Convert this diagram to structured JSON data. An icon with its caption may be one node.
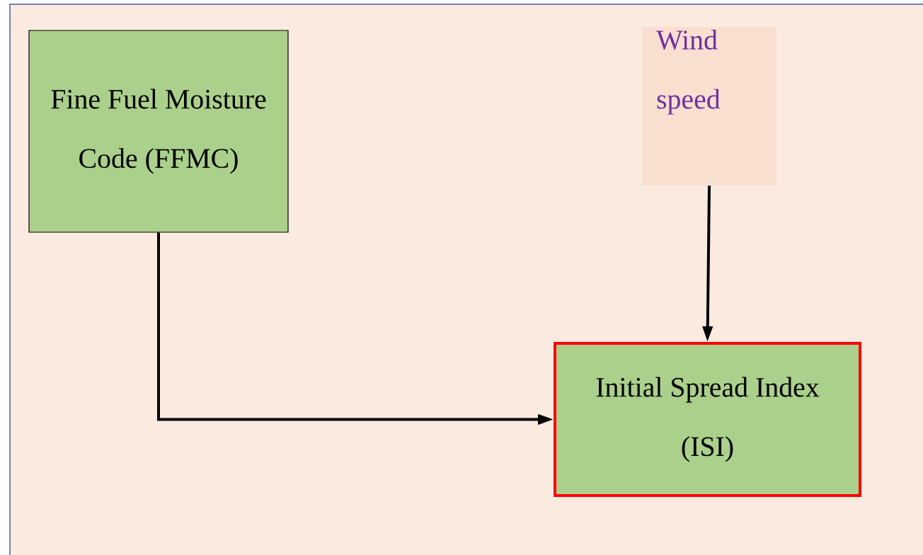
{
  "diagram": {
    "nodes": [
      {
        "text": [
          "Fine Fuel Moisture Code (FFMC)"
        ]
      },
      {
        "text": [
          "Wind speed"
        ]
      },
      {
        "text": [
          "Initial Spread Index (ISI)"
        ]
      }
    ],
    "edges": [
      {
        "from": 0,
        "to": 2,
        "arrow": "to"
      },
      {
        "from": 1,
        "to": 2,
        "arrow": "to"
      }
    ]
  }
}
